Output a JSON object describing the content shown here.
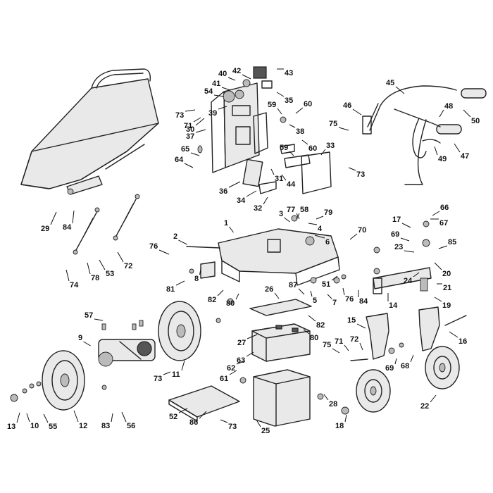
{
  "diagram": {
    "type": "exploded-parts-diagram",
    "callouts": [
      "1",
      "2",
      "3",
      "4",
      "5",
      "6",
      "7",
      "8",
      "9",
      "10",
      "11",
      "12",
      "13",
      "14",
      "15",
      "16",
      "17",
      "18",
      "19",
      "20",
      "21",
      "22",
      "23",
      "24",
      "25",
      "26",
      "27",
      "28",
      "29",
      "30",
      "31",
      "32",
      "33",
      "34",
      "35",
      "36",
      "37",
      "38",
      "39",
      "40",
      "41",
      "42",
      "43",
      "44",
      "45",
      "46",
      "47",
      "48",
      "49",
      "50",
      "51",
      "52",
      "53",
      "54",
      "55",
      "56",
      "57",
      "58",
      "59",
      "60",
      "61",
      "62",
      "63",
      "64",
      "65",
      "66",
      "67",
      "68",
      "69",
      "70",
      "71",
      "72",
      "73",
      "74",
      "75",
      "76",
      "77",
      "78",
      "79",
      "80",
      "81",
      "82",
      "83",
      "84",
      "85",
      "86",
      "87"
    ],
    "labels": [
      {
        "text": "42"
      },
      {
        "text": "43"
      },
      {
        "text": "40"
      },
      {
        "text": "41"
      },
      {
        "text": "54"
      },
      {
        "text": "35"
      },
      {
        "text": "73"
      },
      {
        "text": "39"
      },
      {
        "text": "59"
      },
      {
        "text": "60"
      },
      {
        "text": "71"
      },
      {
        "text": "38"
      },
      {
        "text": "30"
      },
      {
        "text": "37"
      },
      {
        "text": "65"
      },
      {
        "text": "64"
      },
      {
        "text": "60"
      },
      {
        "text": "33"
      },
      {
        "text": "59"
      },
      {
        "text": "44"
      },
      {
        "text": "73"
      },
      {
        "text": "31"
      },
      {
        "text": "36"
      },
      {
        "text": "34"
      },
      {
        "text": "32"
      },
      {
        "text": "45"
      },
      {
        "text": "46"
      },
      {
        "text": "50"
      },
      {
        "text": "48"
      },
      {
        "text": "75"
      },
      {
        "text": "47"
      },
      {
        "text": "49"
      },
      {
        "text": "29"
      },
      {
        "text": "84"
      },
      {
        "text": "1"
      },
      {
        "text": "3"
      },
      {
        "text": "77"
      },
      {
        "text": "58"
      },
      {
        "text": "79"
      },
      {
        "text": "4"
      },
      {
        "text": "6"
      },
      {
        "text": "70"
      },
      {
        "text": "66"
      },
      {
        "text": "67"
      },
      {
        "text": "17"
      },
      {
        "text": "69"
      },
      {
        "text": "85"
      },
      {
        "text": "23"
      },
      {
        "text": "20"
      },
      {
        "text": "2"
      },
      {
        "text": "76"
      },
      {
        "text": "53"
      },
      {
        "text": "72"
      },
      {
        "text": "78"
      },
      {
        "text": "74"
      },
      {
        "text": "81"
      },
      {
        "text": "8"
      },
      {
        "text": "82"
      },
      {
        "text": "80"
      },
      {
        "text": "87"
      },
      {
        "text": "26"
      },
      {
        "text": "51"
      },
      {
        "text": "5"
      },
      {
        "text": "76"
      },
      {
        "text": "7"
      },
      {
        "text": "84"
      },
      {
        "text": "14"
      },
      {
        "text": "24"
      },
      {
        "text": "21"
      },
      {
        "text": "19"
      },
      {
        "text": "57"
      },
      {
        "text": "9"
      },
      {
        "text": "11"
      },
      {
        "text": "82"
      },
      {
        "text": "80"
      },
      {
        "text": "27"
      },
      {
        "text": "15"
      },
      {
        "text": "16"
      },
      {
        "text": "75"
      },
      {
        "text": "71"
      },
      {
        "text": "72"
      },
      {
        "text": "69"
      },
      {
        "text": "68"
      },
      {
        "text": "63"
      },
      {
        "text": "62"
      },
      {
        "text": "61"
      },
      {
        "text": "73"
      },
      {
        "text": "52"
      },
      {
        "text": "86"
      },
      {
        "text": "73"
      },
      {
        "text": "25"
      },
      {
        "text": "28"
      },
      {
        "text": "18"
      },
      {
        "text": "22"
      },
      {
        "text": "13"
      },
      {
        "text": "10"
      },
      {
        "text": "55"
      },
      {
        "text": "12"
      },
      {
        "text": "83"
      },
      {
        "text": "56"
      }
    ]
  }
}
